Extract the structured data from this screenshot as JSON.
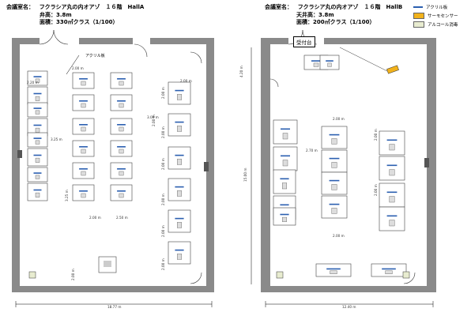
{
  "hallA": {
    "name_label": "会議室名：",
    "name": "フクラシア丸の内オアゾ　１６階　HallA",
    "ceiling": "弁高：3.8m",
    "area": "面積：330㎡クラス（1/100）",
    "note_acrylic": "アクリル板",
    "dim_width": "18.77 m",
    "dims": [
      "2.20 m",
      "2.00 m",
      "3.25 m",
      "3.00 m",
      "2.00 m",
      "3.25 m",
      "2.00 m",
      "2.50 m",
      "2.00 m",
      "2.00 m",
      "2.00 m",
      "2.00 m",
      "2.00 m",
      "2.00 m",
      "2.00 m",
      "2.00 m"
    ]
  },
  "hallB": {
    "name_label": "会議室名：",
    "name": "フクラシア丸の内オアゾ　１６階　HallB",
    "ceiling": "天井高：3.8m",
    "area": "面積：200㎡クラス（1/100）",
    "reception": "受付台",
    "dim_width": "12.40 m",
    "dim_height": "15.00 m",
    "dims": [
      "4.20 m",
      "2.00 m",
      "2.70 m",
      "2.00 m",
      "2.00 m",
      "2.00 m"
    ]
  },
  "legend": {
    "items": [
      {
        "label": "アクリル板",
        "color": "#2b5fb0"
      },
      {
        "label": "サーモセンサー",
        "color": "#f2b21b"
      },
      {
        "label": "アルコール消毒",
        "color": "#e8ecd0"
      }
    ]
  }
}
